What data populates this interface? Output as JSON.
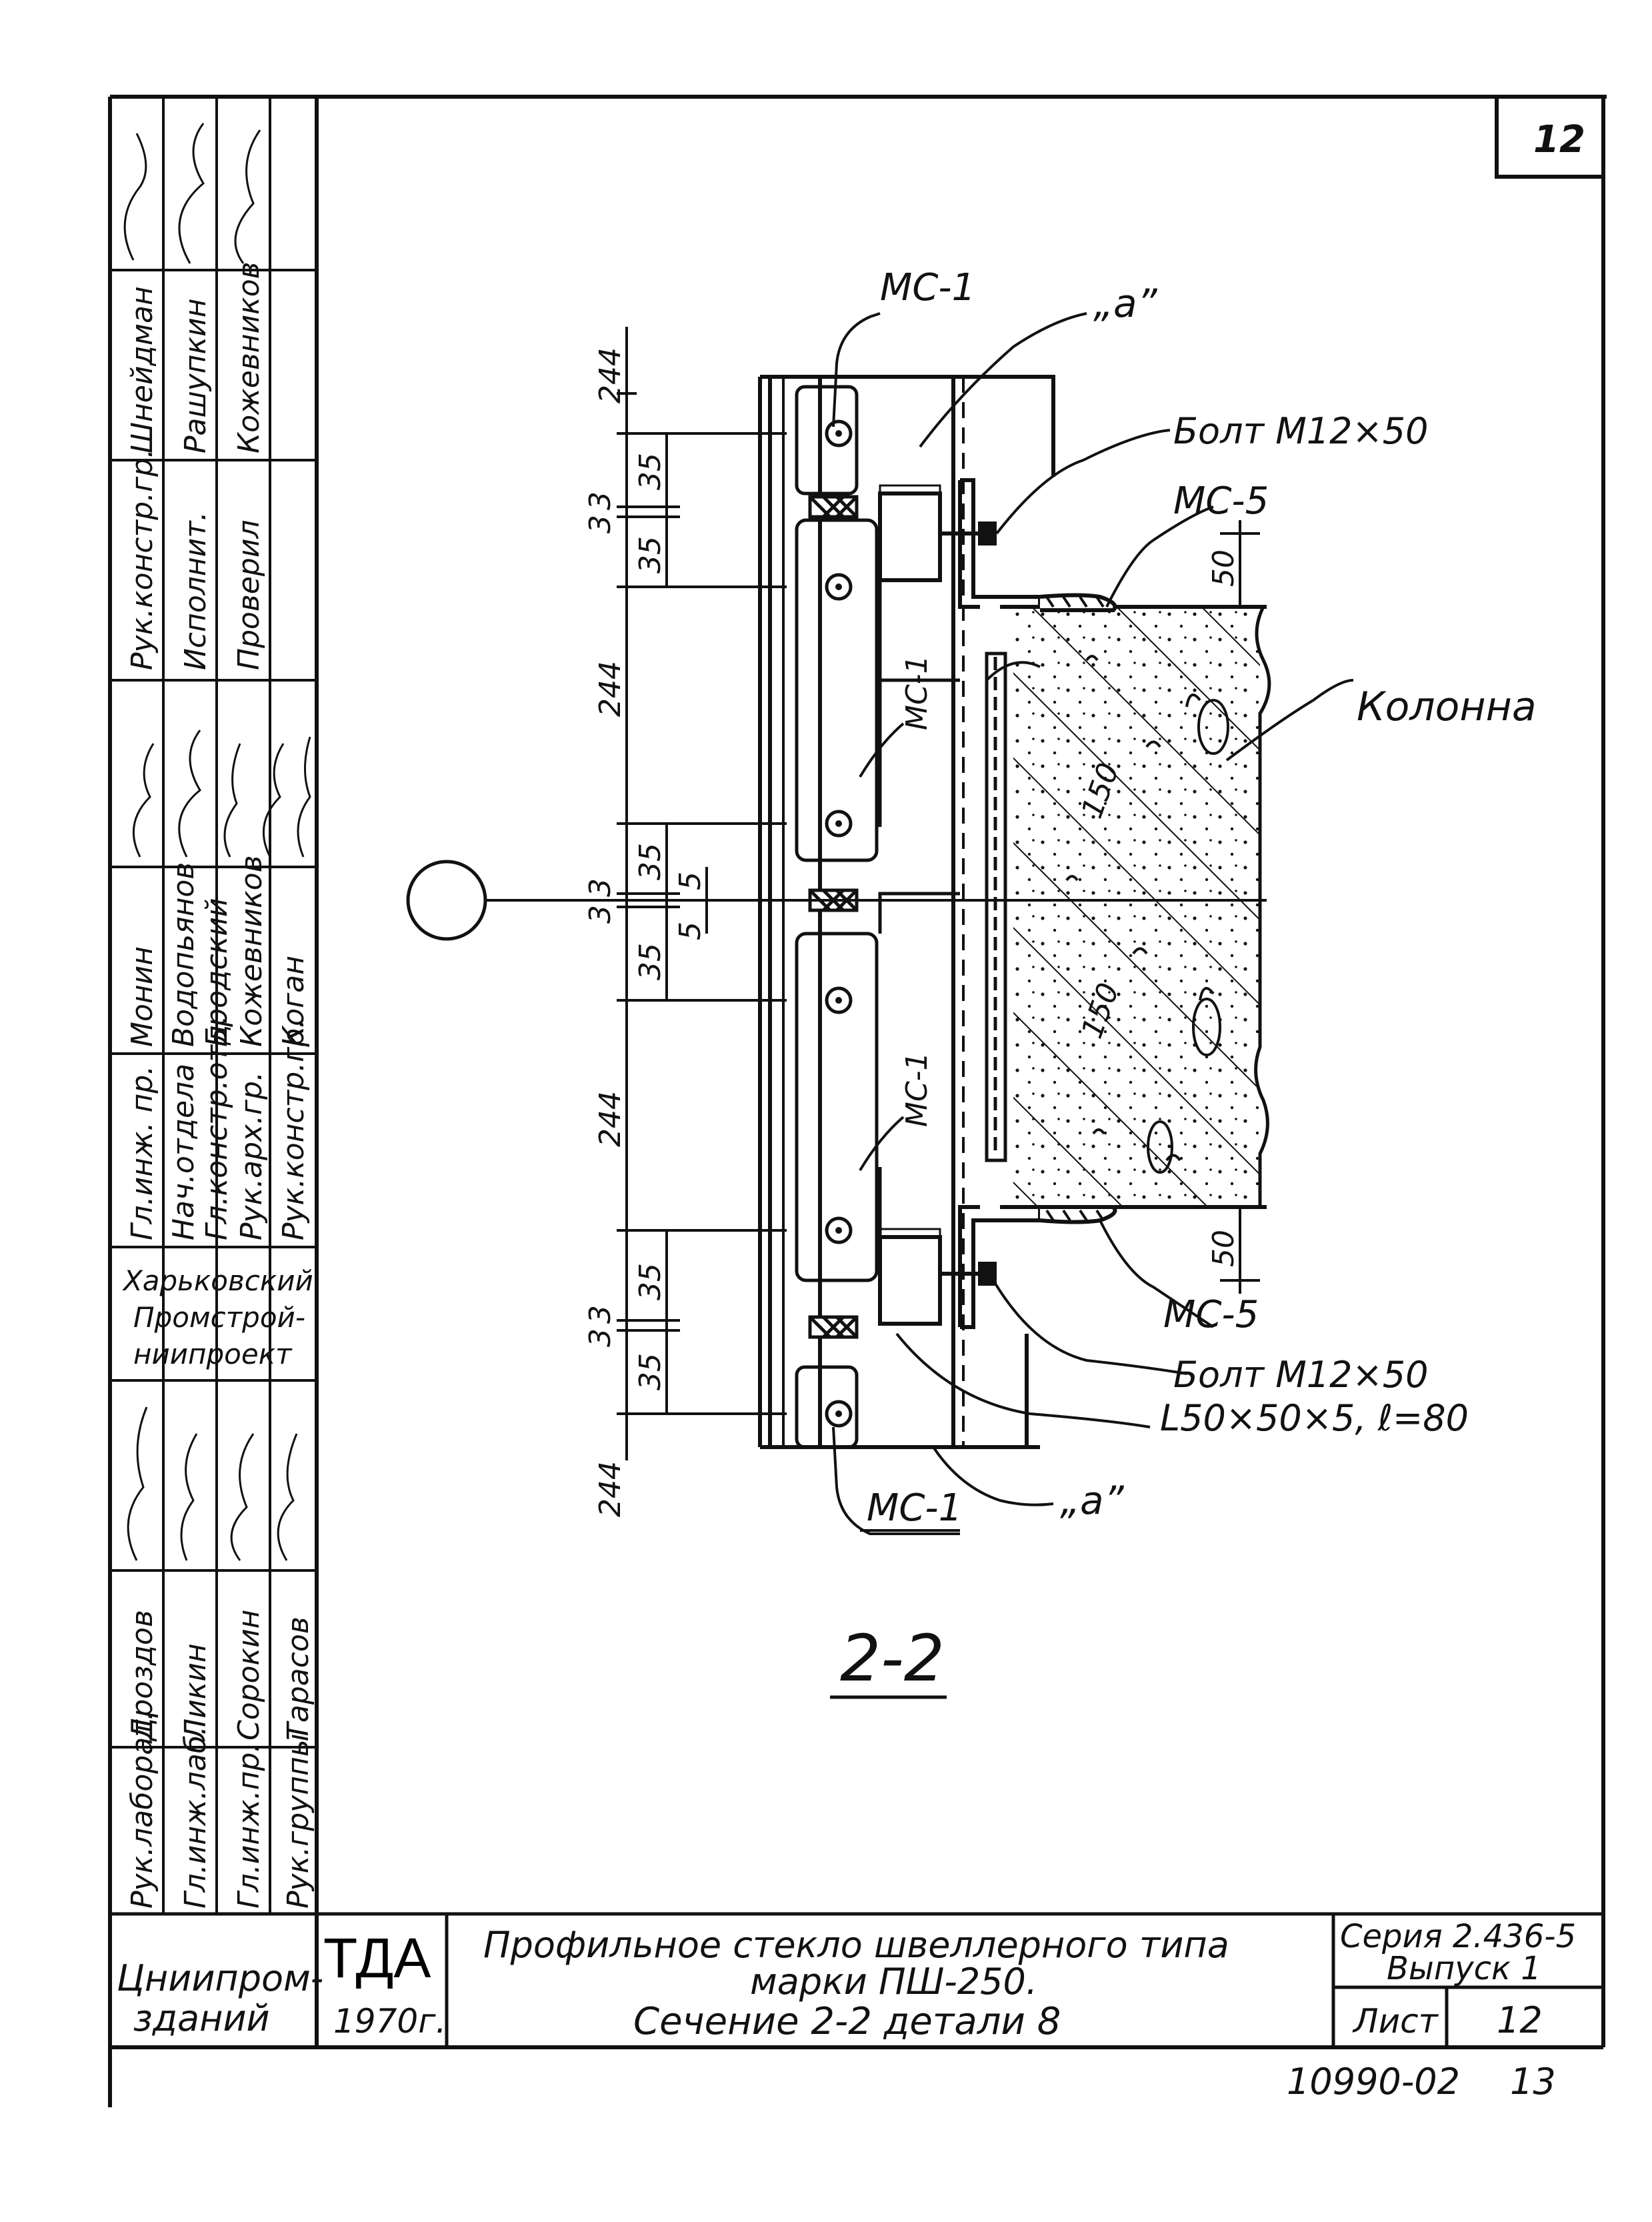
{
  "sheet_number_corner": "12",
  "drawing": {
    "section_label": "2-2",
    "labels": {
      "mc1_top": "МС-1",
      "a_top": "„а”",
      "bolt_top": "Болт М12×50",
      "mc5_top": "МС-5",
      "column": "Колонна",
      "mc1_mid_upper": "МС-1",
      "mc1_mid_lower": "МС-1",
      "mc5_bottom": "МС-5",
      "bolt_bottom": "Болт М12×50",
      "angle": "L50×50×5, ℓ=80",
      "mc1_bottom": "МС-1",
      "a_bottom": "„а”"
    },
    "dimensions": {
      "d244_1": "244",
      "d35_1": "35",
      "d3_1a": "3",
      "d3_1b": "3",
      "d35_2": "35",
      "d244_2": "244",
      "d35_3": "35",
      "d5_1": "5",
      "d3_2a": "3",
      "d3_2b": "3",
      "d5_2": "5",
      "d35_4": "35",
      "d244_3": "244",
      "d35_5": "35",
      "d3_3a": "3",
      "d3_3b": "3",
      "d35_6": "35",
      "d244_4": "244",
      "d50_top": "50",
      "d50_bottom": "50",
      "d150_upper": "150",
      "d150_lower": "150"
    }
  },
  "left_stamp": {
    "block1_roles": [
      "Рук.констр.гр.",
      "Исполнит.",
      "Проверил"
    ],
    "block1_names": [
      "Шнейдман",
      "Рашупкин",
      "Кожевников"
    ],
    "block2_roles": [
      "Гл.инж. пр.",
      "Нач.отдела",
      "Гл.констр.отд.",
      "Рук.арх.гр.",
      "Рук.констр.гр."
    ],
    "block2_names": [
      "Монин",
      "Водопьянов",
      "Бродский",
      "Кожевников",
      "Коган"
    ],
    "org": [
      "Харьковский",
      "Промстрой-",
      "ниипроект"
    ],
    "block3_roles": [
      "Рук.лаборат.",
      "Гл.инж.лаб.",
      "Гл.инж.пр.",
      "Рук.группы"
    ],
    "block3_names": [
      "Дроздов",
      "Ликин",
      "Сорокин",
      "Тарасов"
    ]
  },
  "title_block": {
    "org_line1": "Цниипром-",
    "org_line2": "зданий",
    "code": "ТДА",
    "year": "1970г.",
    "title_line1": "Профильное стекло швеллерного типа",
    "title_line2": "марки ПШ-250.",
    "title_line3": "Сечение 2-2 детали 8",
    "series_line1": "Серия 2.436-5",
    "series_line2": "Выпуск 1",
    "sheet_label": "Лист",
    "sheet_value": "12"
  },
  "inventory_number": "10990-02",
  "inventory_page": "13"
}
